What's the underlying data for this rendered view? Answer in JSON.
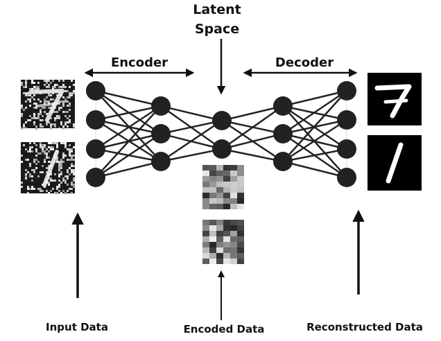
{
  "labels": {
    "latent_line1": "Latent",
    "latent_line2": "Space",
    "encoder": "Encoder",
    "decoder": "Decoder",
    "input_data": "Input Data",
    "encoded_data": "Encoded Data",
    "reconstructed_data": "Reconstructed Data"
  },
  "network": {
    "layer_sizes": [
      4,
      3,
      2,
      3,
      4
    ],
    "node_color": "#222222",
    "edge_color": "#222222"
  },
  "images": {
    "input_digits": [
      "7",
      "1"
    ],
    "reconstructed_digits": [
      "7",
      "1"
    ]
  }
}
